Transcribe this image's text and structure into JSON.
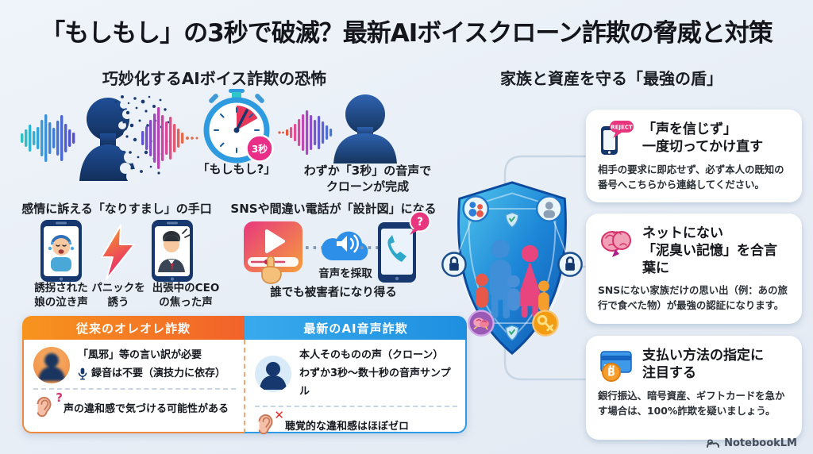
{
  "title": "「もしもし」の3秒で破滅？最新AIボイスクローン詐欺の脅威と対策",
  "left": {
    "heading": "巧妙化するAIボイス詐欺の恐怖",
    "flow": {
      "waveform_icon": "voice-waveform-icon",
      "dissolving_head_icon": "dissolving-head-icon",
      "stopwatch_icon": "stopwatch-icon",
      "timer_badge": "3秒",
      "timer_caption": "「もしもし?」",
      "clone_head_icon": "cloned-person-icon",
      "clone_caption": "わずか「3秒」の音声で\nクローンが完成"
    },
    "tricks": {
      "heading": "感情に訴える「なりすまし」の手口",
      "items": [
        {
          "icon": "crying-daughter-phone-icon",
          "label": "誘拐された\n娘の泣き声"
        },
        {
          "icon": "panic-lightning-icon",
          "label": "パニックを\n誘う"
        },
        {
          "icon": "ceo-phone-icon",
          "label": "出張中のCEO\nの焦った声"
        }
      ]
    },
    "blueprint": {
      "heading": "SNSや間違い電話が「設計図」になる",
      "video_icon": "video-player-icon",
      "hand_icon": "tap-hand-icon",
      "cloud_icon": "audio-cloud-icon",
      "phone_icon": "unknown-call-phone-icon",
      "flow_dots": "···",
      "question_mark": "?",
      "capture_label": "音声を採取",
      "caption": "誰でも被害者になり得る"
    },
    "table": {
      "columns": [
        {
          "header": "従来のオレオレ詐欺",
          "line1": "「風邪」等の言い訳が必要",
          "line2": "録音は不要（演技力に依存）",
          "mark": "?",
          "footer": "声の違和感で気づける可能性がある"
        },
        {
          "header": "最新のAI音声詐欺",
          "line1": "本人そのものの声（クローン）",
          "line2": "わずか3秒〜数十秒の音声サンプル",
          "mark": "✕",
          "footer": "聴覚的な違和感はほぼゼロ"
        }
      ]
    }
  },
  "right": {
    "heading": "家族と資産を守る「最強の盾」",
    "shield_icon": "family-protection-shield-icon",
    "cards": [
      {
        "icon": "reject-phone-icon",
        "badge": "REJECT",
        "title": "「声を信じず」\n一度切ってかけ直す",
        "body": "相手の要求に即応せず、必ず本人の既知の番号へこちらから連絡してください。"
      },
      {
        "icon": "brain-icon",
        "title": "ネットにない\n「泥臭い記憶」を合言葉に",
        "body": "SNSにない家族だけの思い出（例：あの旅行で食べた物）が最強の認証になります。"
      },
      {
        "icon": "payment-bitcoin-icon",
        "coin_glyph": "B",
        "title": "支払い方法の指定に\n注目する",
        "body": "銀行振込、暗号資産、ギフトカードを急かす場合は、100%詐欺を疑いましょう。"
      }
    ]
  },
  "footer": {
    "brand": "NotebookLM"
  },
  "colors": {
    "background": "#E8EEF6",
    "accent_orange": "#F5821F",
    "accent_blue": "#2E9BE8",
    "navy": "#16386E",
    "pink_badge": "#E8367E",
    "card_bg": "#FFFFFF",
    "waveform_teal": "#2CC2C6",
    "waveform_magenta": "#D84898"
  }
}
